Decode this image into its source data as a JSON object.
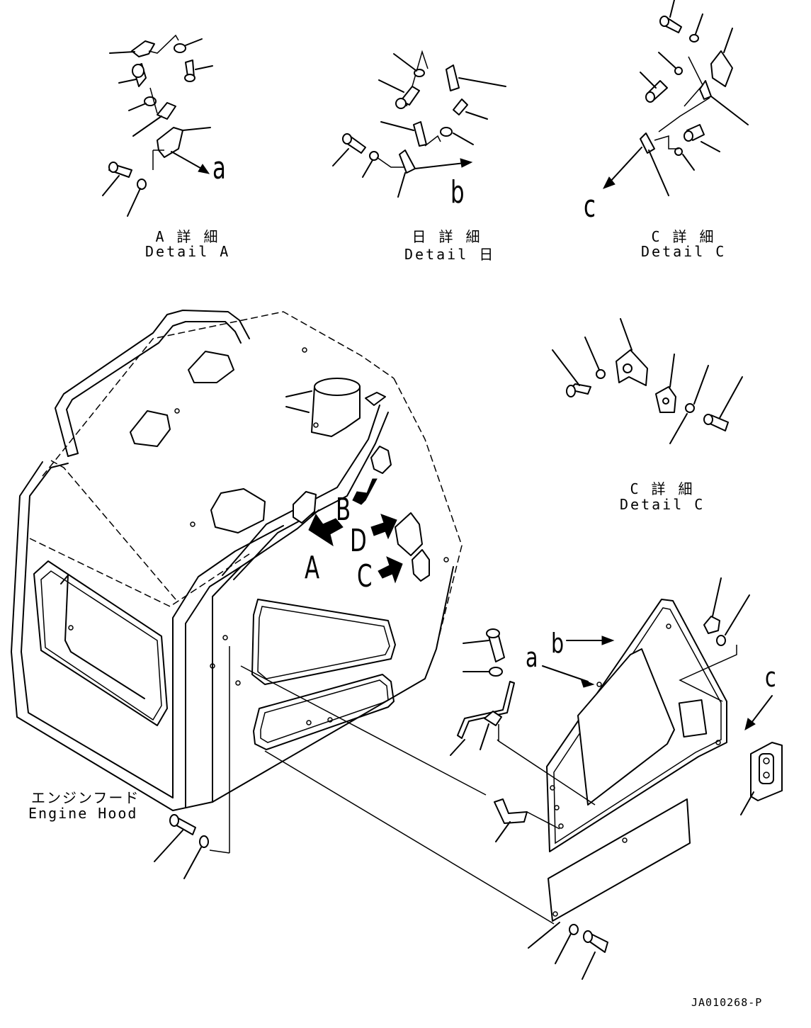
{
  "detail_captions": [
    {
      "jp": "A 詳 細",
      "en": "Detail A"
    },
    {
      "jp": "日 詳 細",
      "en": "Detail 日"
    },
    {
      "jp": "C 詳 細",
      "en": "Detail C"
    },
    {
      "jp": "C 詳 細",
      "en": "Detail C"
    }
  ],
  "detail_markers": [
    "a",
    "b",
    "c"
  ],
  "view_arrows": [
    "A",
    "B",
    "D",
    "C"
  ],
  "panel_markers": [
    "a",
    "b",
    "c"
  ],
  "hood_label": {
    "jp": "エンジンフード",
    "en": "Engine Hood"
  },
  "drawing_number": "JA010268-P"
}
